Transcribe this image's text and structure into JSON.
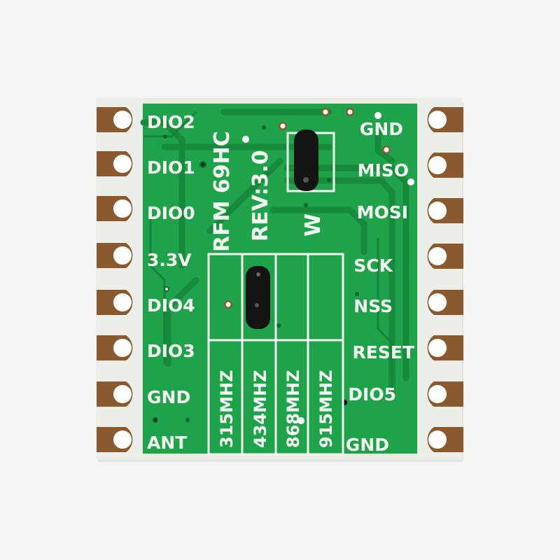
{
  "image": {
    "subject": "RFM69HC radio transceiver module PCB (back side)",
    "background_color": "#f4f4f4",
    "board_color": "#1fa34a",
    "trace_color": "#178a3c",
    "castellation_color": "#8a5a2e",
    "edge_strip_color": "#ecefe9",
    "silkscreen_color": "#f4f6f2"
  },
  "board": {
    "model_label": "RFM 69HC",
    "revision_label": "REV:3.0",
    "jumper_mark": "W",
    "left_pins": [
      "DIO2",
      "DIO1",
      "DIO0",
      "3.3V",
      "DIO4",
      "DIO3",
      "GND",
      "ANT"
    ],
    "right_pins": [
      "GND",
      "MISO",
      "MOSI",
      "SCK",
      "NSS",
      "RESET",
      "DIO5",
      "GND"
    ],
    "frequency_options": [
      "315MHZ",
      "434MHZ",
      "868MHZ",
      "915MHZ"
    ],
    "selected_frequency": "434MHZ"
  }
}
